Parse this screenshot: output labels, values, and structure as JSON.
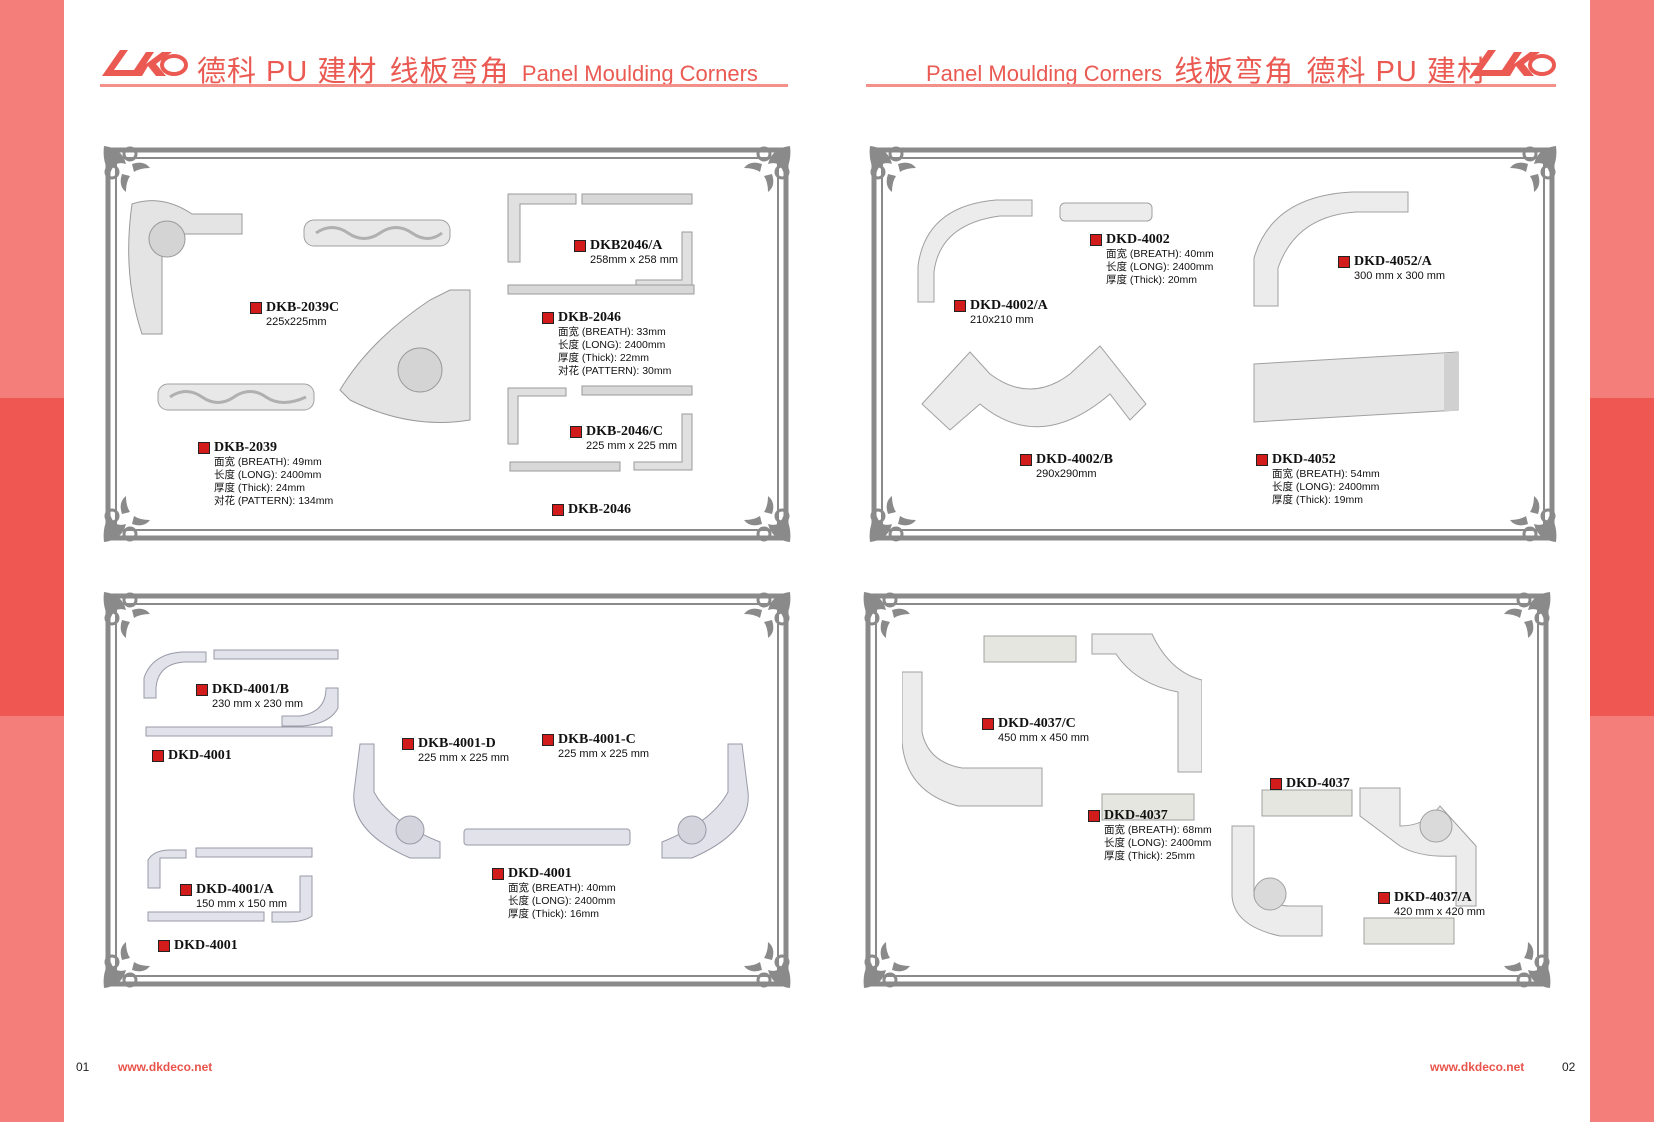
{
  "colors": {
    "accent": "#ea5a52",
    "side_light": "#f47f7a",
    "side_dark": "#ef5852",
    "frame": "#8a8a8a",
    "marker": "#d21b1b"
  },
  "header_left": {
    "cn_brand": "德科 PU 建材",
    "cn_title": "线板弯角",
    "en_title": "Panel Moulding Corners",
    "logo": "dkd-logo"
  },
  "header_right": {
    "en_title": "Panel Moulding Corners",
    "cn_title": "线板弯角",
    "cn_brand": "德科 PU 建材",
    "logo": "dkd-logo"
  },
  "panels": {
    "p1": {
      "dkb2039c": {
        "code": "DKB-2039C",
        "dim": "225x225mm"
      },
      "dkb2039": {
        "code": "DKB-2039",
        "specs": [
          "面宽 (BREATH): 49mm",
          "长度 (LONG): 2400mm",
          "厚度 (Thick): 24mm",
          "对花 (PATTERN): 134mm"
        ]
      },
      "dkb2046a": {
        "code": "DKB2046/A",
        "dim": "258mm x 258 mm"
      },
      "dkb2046": {
        "code": "DKB-2046",
        "specs": [
          "面宽 (BREATH): 33mm",
          "长度 (LONG): 2400mm",
          "厚度 (Thick): 22mm",
          "对花 (PATTERN): 30mm"
        ]
      },
      "dkb2046c": {
        "code": "DKB-2046/C",
        "dim": "225 mm x 225 mm"
      },
      "dkb2046b": {
        "code": "DKB-2046"
      }
    },
    "p2": {
      "dkd4002": {
        "code": "DKD-4002",
        "specs": [
          "面宽 (BREATH): 40mm",
          "长度 (LONG): 2400mm",
          "厚度 (Thick): 20mm"
        ]
      },
      "dkd4002a": {
        "code": "DKD-4002/A",
        "dim": "210x210 mm"
      },
      "dkd4052a": {
        "code": "DKD-4052/A",
        "dim": "300 mm x 300 mm"
      },
      "dkd4002b": {
        "code": "DKD-4002/B",
        "dim": "290x290mm"
      },
      "dkd4052": {
        "code": "DKD-4052",
        "specs": [
          "面宽 (BREATH): 54mm",
          "长度 (LONG): 2400mm",
          "厚度 (Thick): 19mm"
        ]
      }
    },
    "p3": {
      "dkd4001b": {
        "code": "DKD-4001/B",
        "dim": "230 mm x 230 mm"
      },
      "dkd4001top": {
        "code": "DKD-4001"
      },
      "dkb4001d": {
        "code": "DKB-4001-D",
        "dim": "225 mm x 225 mm"
      },
      "dkb4001c": {
        "code": "DKB-4001-C",
        "dim": "225 mm x 225 mm"
      },
      "dkd4001mid": {
        "code": "DKD-4001",
        "specs": [
          "面宽 (BREATH): 40mm",
          "长度 (LONG): 2400mm",
          "厚度 (Thick): 16mm"
        ]
      },
      "dkd4001a": {
        "code": "DKD-4001/A",
        "dim": "150 mm x 150 mm"
      },
      "dkd4001bot": {
        "code": "DKD-4001"
      }
    },
    "p4": {
      "dkd4037c": {
        "code": "DKD-4037/C",
        "dim": "450 mm x 450 mm"
      },
      "dkd4037top": {
        "code": "DKD-4037"
      },
      "dkd4037": {
        "code": "DKD-4037",
        "specs": [
          "面宽 (BREATH): 68mm",
          "长度 (LONG): 2400mm",
          "厚度 (Thick): 25mm"
        ]
      },
      "dkd4037a": {
        "code": "DKD-4037/A",
        "dim": "420 mm x 420 mm"
      }
    }
  },
  "footer": {
    "left_page": "01",
    "left_url": "www.dkdeco.net",
    "right_url": "www.dkdeco.net",
    "right_page": "02"
  }
}
